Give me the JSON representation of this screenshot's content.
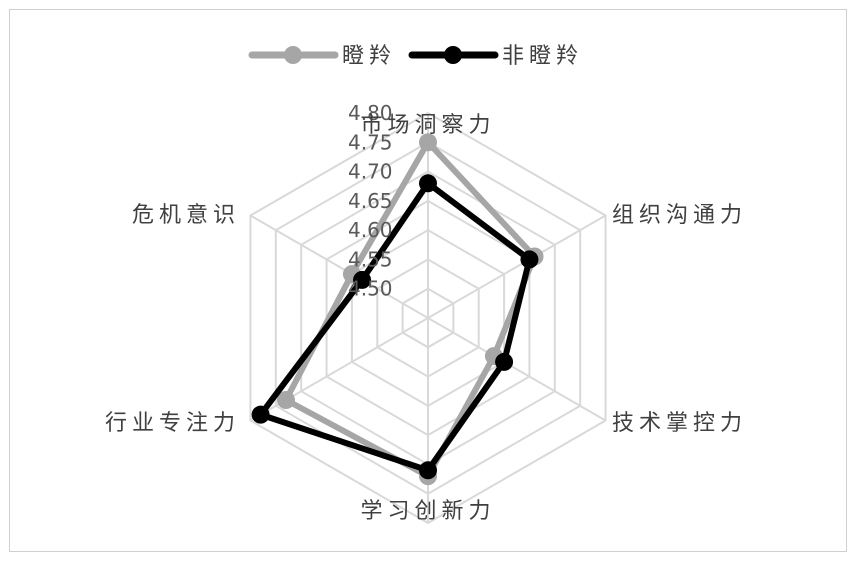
{
  "chart_data": {
    "type": "radar",
    "title": "",
    "axes": [
      "市场洞察力",
      "组织沟通力",
      "技术掌控力",
      "学习创新力",
      "行业专注力",
      "危机意识"
    ],
    "rlim": [
      4.45,
      4.8
    ],
    "ticks": [
      4.5,
      4.55,
      4.6,
      4.65,
      4.7,
      4.75,
      4.8
    ],
    "tick_labels": [
      "4.50",
      "4.55",
      "4.60",
      "4.65",
      "4.70",
      "4.75",
      "4.80"
    ],
    "grid": true,
    "legend_position": "top",
    "series": [
      {
        "name": "瞪羚",
        "values": [
          4.75,
          4.66,
          4.58,
          4.72,
          4.73,
          4.6
        ],
        "color": "#a6a6a6"
      },
      {
        "name": "非瞪羚",
        "values": [
          4.68,
          4.65,
          4.6,
          4.71,
          4.78,
          4.58
        ],
        "color": "#000000"
      }
    ]
  }
}
